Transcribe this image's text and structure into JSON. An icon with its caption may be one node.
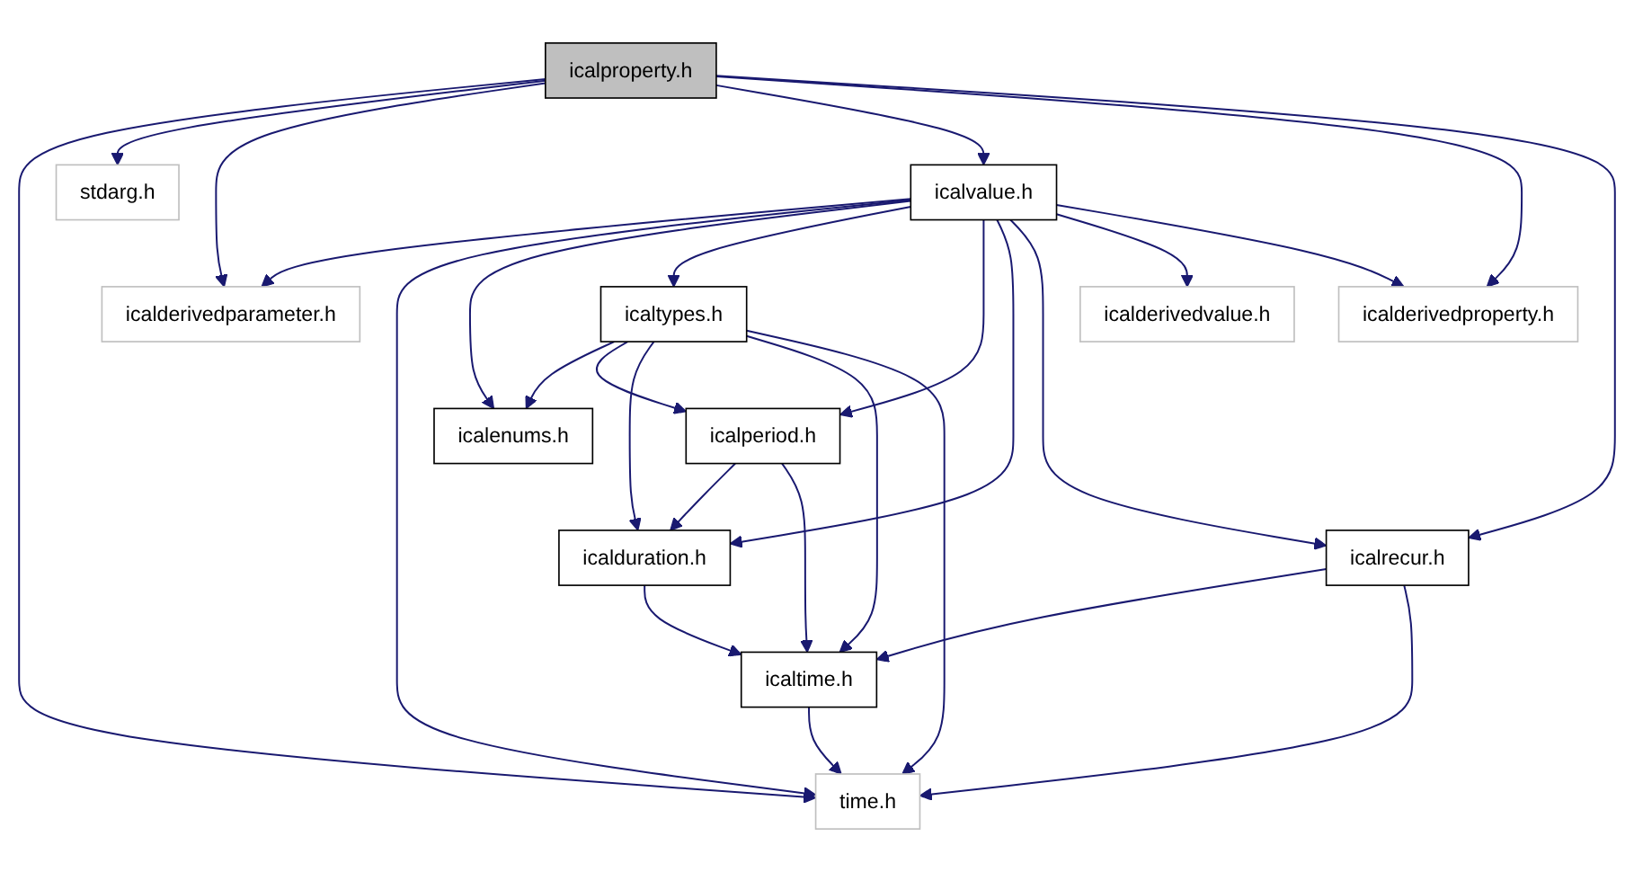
{
  "diagram": {
    "nodes": [
      {
        "text": [
          "icalproperty.h"
        ]
      },
      {
        "text": [
          "stdarg.h"
        ]
      },
      {
        "text": [
          "icalvalue.h"
        ]
      },
      {
        "text": [
          "icalderivedparameter.h"
        ]
      },
      {
        "text": [
          "icaltypes.h"
        ]
      },
      {
        "text": [
          "icalderivedvalue.h"
        ]
      },
      {
        "text": [
          "icalderivedproperty.h"
        ]
      },
      {
        "text": [
          "icalenums.h"
        ]
      },
      {
        "text": [
          "icalperiod.h"
        ]
      },
      {
        "text": [
          "icalduration.h"
        ]
      },
      {
        "text": [
          "icalrecur.h"
        ]
      },
      {
        "text": [
          "icaltime.h"
        ]
      },
      {
        "text": [
          "time.h"
        ]
      }
    ],
    "edges": [
      {
        "from": 0,
        "to": 12,
        "arrow": "to"
      },
      {
        "from": 0,
        "to": 1,
        "arrow": "to"
      },
      {
        "from": 0,
        "to": 3,
        "arrow": "to"
      },
      {
        "from": 0,
        "to": 2,
        "arrow": "to"
      },
      {
        "from": 0,
        "to": 6,
        "arrow": "to"
      },
      {
        "from": 0,
        "to": 10,
        "arrow": "to"
      },
      {
        "from": 2,
        "to": 3,
        "arrow": "to"
      },
      {
        "from": 2,
        "to": 12,
        "arrow": "to"
      },
      {
        "from": 2,
        "to": 7,
        "arrow": "to"
      },
      {
        "from": 2,
        "to": 4,
        "arrow": "to"
      },
      {
        "from": 2,
        "to": 8,
        "arrow": "to"
      },
      {
        "from": 2,
        "to": 9,
        "arrow": "to"
      },
      {
        "from": 2,
        "to": 10,
        "arrow": "to"
      },
      {
        "from": 2,
        "to": 5,
        "arrow": "to"
      },
      {
        "from": 2,
        "to": 6,
        "arrow": "to"
      },
      {
        "from": 4,
        "to": 7,
        "arrow": "to"
      },
      {
        "from": 4,
        "to": 8,
        "arrow": "to"
      },
      {
        "from": 4,
        "to": 9,
        "arrow": "to"
      },
      {
        "from": 4,
        "to": 11,
        "arrow": "to"
      },
      {
        "from": 4,
        "to": 12,
        "arrow": "to"
      },
      {
        "from": 8,
        "to": 9,
        "arrow": "to"
      },
      {
        "from": 8,
        "to": 11,
        "arrow": "to"
      },
      {
        "from": 9,
        "to": 11,
        "arrow": "to"
      },
      {
        "from": 10,
        "to": 11,
        "arrow": "to"
      },
      {
        "from": 10,
        "to": 12,
        "arrow": "to"
      },
      {
        "from": 11,
        "to": 12,
        "arrow": "to"
      }
    ]
  }
}
